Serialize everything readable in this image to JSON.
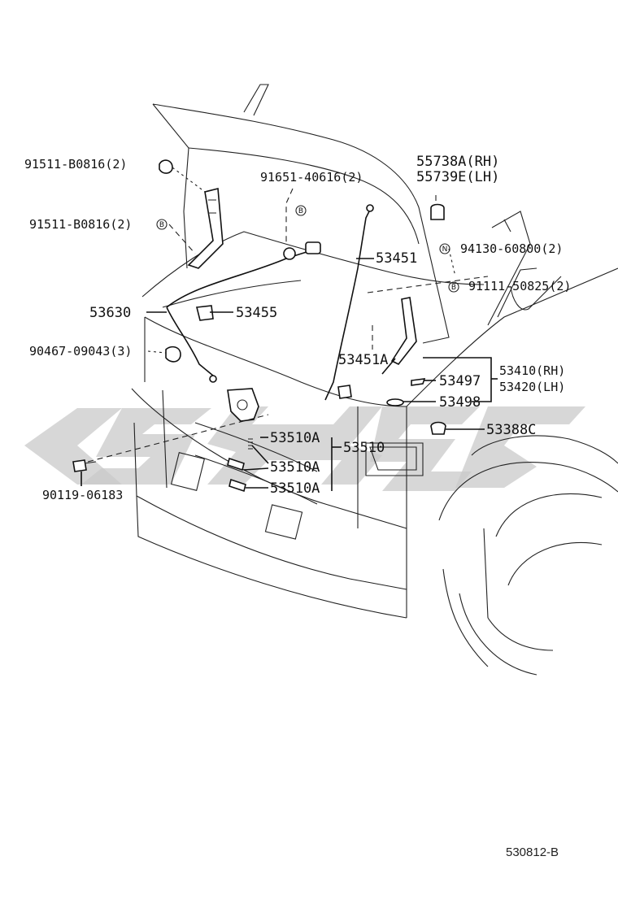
{
  "diagram": {
    "reference_code": "530812-B",
    "watermark_icon": "brand-watermark",
    "badges": {
      "b": "B",
      "n": "N"
    },
    "labels": {
      "p91511_top": "91511-B0816(2)",
      "p91511_mid": "91511-B0816(2)",
      "p91651": "91651-40616(2)",
      "p55738": "55738A(RH)",
      "p55739": "55739E(LH)",
      "p94130": "94130-60800(2)",
      "p91111": "91111-50825(2)",
      "p53451": "53451",
      "p53630": "53630",
      "p53455": "53455",
      "p90467": "90467-09043(3)",
      "p53451A": "53451A",
      "p53410": "53410(RH)",
      "p53420": "53420(LH)",
      "p53497": "53497",
      "p53498": "53498",
      "p53388C": "53388C",
      "p53510A_1": "53510A",
      "p53510": "53510",
      "p53510A_2": "53510A",
      "p53510A_3": "53510A",
      "p90119": "90119-06183"
    }
  }
}
